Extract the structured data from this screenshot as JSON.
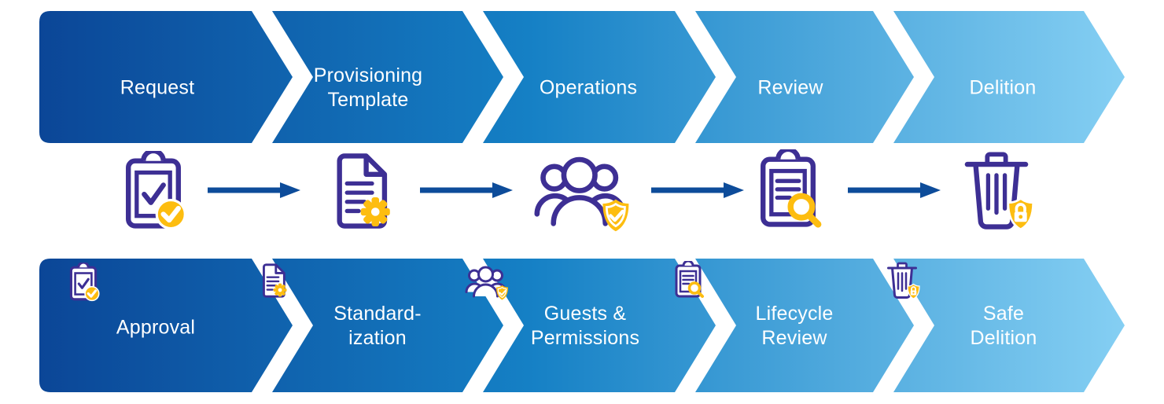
{
  "diagram": {
    "top_steps": [
      {
        "label": "Request"
      },
      {
        "label": "Provisioning\nTemplate"
      },
      {
        "label": "Operations"
      },
      {
        "label": "Review"
      },
      {
        "label": "Delition"
      }
    ],
    "bottom_steps": [
      {
        "label": "Approval"
      },
      {
        "label": "Standard-\nization"
      },
      {
        "label": "Guests &\nPermissions"
      },
      {
        "label": "Lifecycle\nReview"
      },
      {
        "label": "Safe\nDelition"
      }
    ],
    "icon_names": [
      "clipboard-approved-icon",
      "document-gear-icon",
      "people-shield-icon",
      "clipboard-magnifier-icon",
      "trash-lock-icon"
    ],
    "colors": {
      "gradient_start": "#0B4697",
      "gradient_mid": "#1580C5",
      "gradient_end": "#85CFF3",
      "icon_purple": "#3D2F94",
      "icon_yellow": "#FDBD10",
      "arrow_navy": "#0D4C9A",
      "text": "#FFFFFF"
    }
  }
}
